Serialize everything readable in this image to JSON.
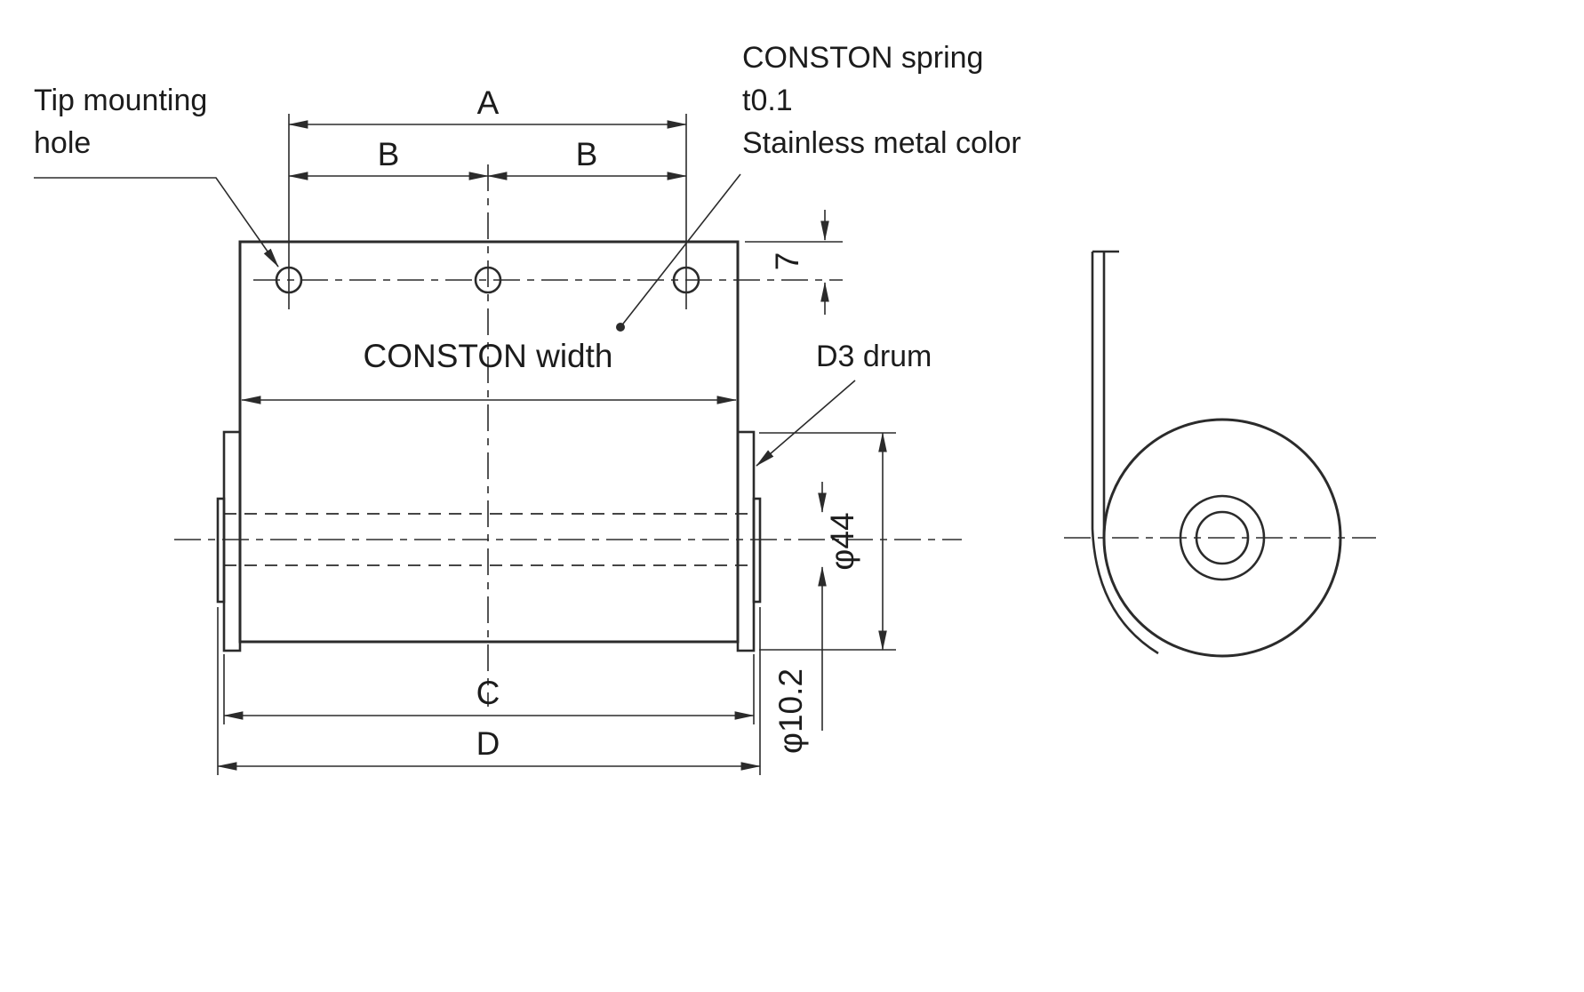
{
  "drawing": {
    "callouts": {
      "tip_hole_line1": "Tip mounting",
      "tip_hole_line2": "hole",
      "spring_line1": "CONSTON spring",
      "spring_line2": "t0.1",
      "spring_line3": "Stainless metal color",
      "width_label": "CONSTON width",
      "drum_label": "D3 drum"
    },
    "dims": {
      "a": "A",
      "b_left": "B",
      "b_right": "B",
      "hole_offset": "7",
      "drum_dia": "φ44",
      "bore_dia": "φ10.2",
      "c": "C",
      "d": "D"
    },
    "colors": {
      "line": "#2b2b2b",
      "background": "#ffffff"
    }
  }
}
